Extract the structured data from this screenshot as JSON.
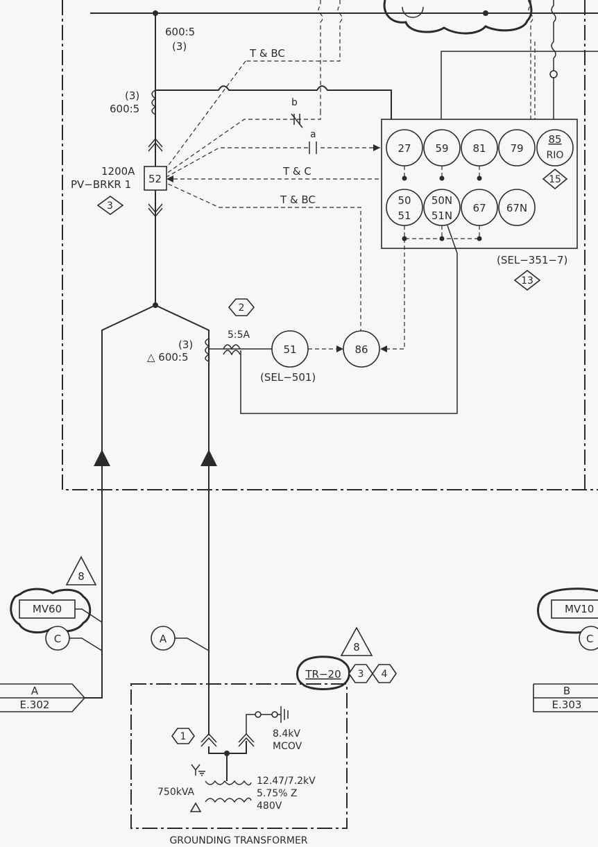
{
  "labels": {
    "ct_top_ratio": "600:5",
    "ct_top_qty": "(3)",
    "ct_mid_qty": "(3)",
    "ct_mid_ratio": "600:5",
    "tbc_top": "T & BC",
    "contact_b": "b",
    "contact_a": "a",
    "tc": "T & C",
    "tbc_bottom": "T & BC",
    "breaker_rating": "1200A",
    "breaker_name": "PV−BRKR 1",
    "breaker_number": "52",
    "breaker_tag": "3",
    "relay_model": "(SEL−351−7)",
    "relay_tag": "13",
    "rio_tag": "15",
    "ct_low_qty": "(3)",
    "ct_low_ratio": "△ 600:5",
    "aux_ct_tag": "2",
    "aux_ct_ratio": "5:5A",
    "relay_51": "51",
    "relay_86": "86",
    "sel501": "(SEL−501)",
    "note8_left": "8",
    "mv60": "MV60",
    "bubble_c_left": "C",
    "bubble_a": "A",
    "note8_tr": "8",
    "tr20": "TR−20",
    "tr_tag3": "3",
    "tr_tag4": "4",
    "offpage_a": "A",
    "offpage_a_ref": "E.302",
    "offpage_b": "B",
    "offpage_b_ref": "E.303",
    "mv10": "MV10",
    "bubble_c_right": "C",
    "arrester_tag": "1",
    "arrester_kv": "8.4kV",
    "arrester_mcov": "MCOV",
    "tx_kva": "750kVA",
    "tx_volts": "12.47/7.2kV",
    "tx_z": "5.75% Z",
    "tx_sec": "480V",
    "grounding_tx": "GROUNDING TRANSFORMER"
  },
  "relays_top": [
    "27",
    "59",
    "81",
    "79"
  ],
  "rio": {
    "top": "85",
    "bottom": "RIO"
  },
  "relays_bottom": [
    {
      "l1": "50",
      "l2": "51"
    },
    {
      "l1": "50N",
      "l2": "51N"
    },
    {
      "l1": "67",
      "l2": ""
    },
    {
      "l1": "67N",
      "l2": ""
    }
  ]
}
